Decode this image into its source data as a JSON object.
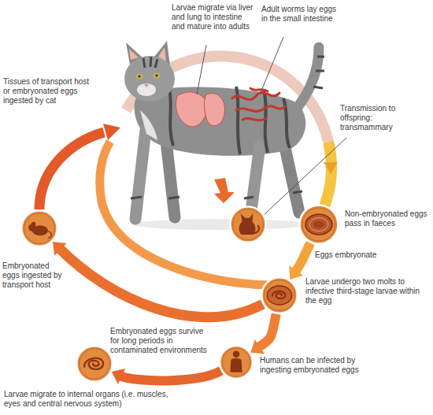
{
  "diagram": {
    "nodes": [
      {
        "text": [
          "Transmission to offspring: transmammary"
        ]
      },
      {
        "text": [
          "Non-embryonated eggs pass in faeces"
        ]
      },
      {
        "text": [
          "Larvae undergo two molts to infective third-stage larvae within the egg"
        ]
      },
      {
        "text": [
          "Humans can be infected by ingesting embryonated eggs"
        ]
      },
      {
        "text": [
          "Larvae migrate to internal organs (i.e. muscles, eyes and central nervous system)"
        ]
      },
      {
        "text": [
          "Embryonated eggs ingested by transport host"
        ]
      }
    ],
    "edges": [
      {
        "from": 1,
        "to": 2,
        "arrow": "to"
      },
      {
        "from": 2,
        "to": 3,
        "arrow": "to"
      },
      {
        "from": 3,
        "to": 4,
        "arrow": "to"
      },
      {
        "from": 2,
        "to": 5,
        "arrow": "to"
      }
    ],
    "labels": [
      "Larvae migrate via liver and lung to intestine and mature into adults",
      "Adult worms lay eggs in the small intestine",
      "Tissues of transport host or embryonated eggs ingested by cat",
      "Eggs embryonate",
      "Embryonated eggs survive for long periods in contaminated environments"
    ]
  }
}
